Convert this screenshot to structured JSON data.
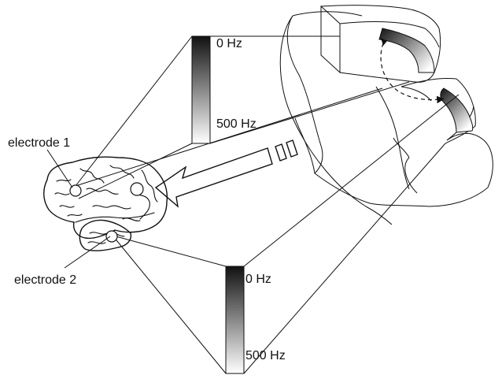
{
  "labels": {
    "electrode_1": "electrode 1",
    "electrode_2": "electrode 2"
  },
  "scale_top": {
    "min_label": "0 Hz",
    "max_label": "500 Hz"
  },
  "scale_bottom": {
    "min_label": "0 Hz",
    "max_label": "500 Hz"
  },
  "colors": {
    "line": "#111111",
    "gradient_dark": "#111111",
    "gradient_light": "#ffffff",
    "background": "#ffffff"
  }
}
